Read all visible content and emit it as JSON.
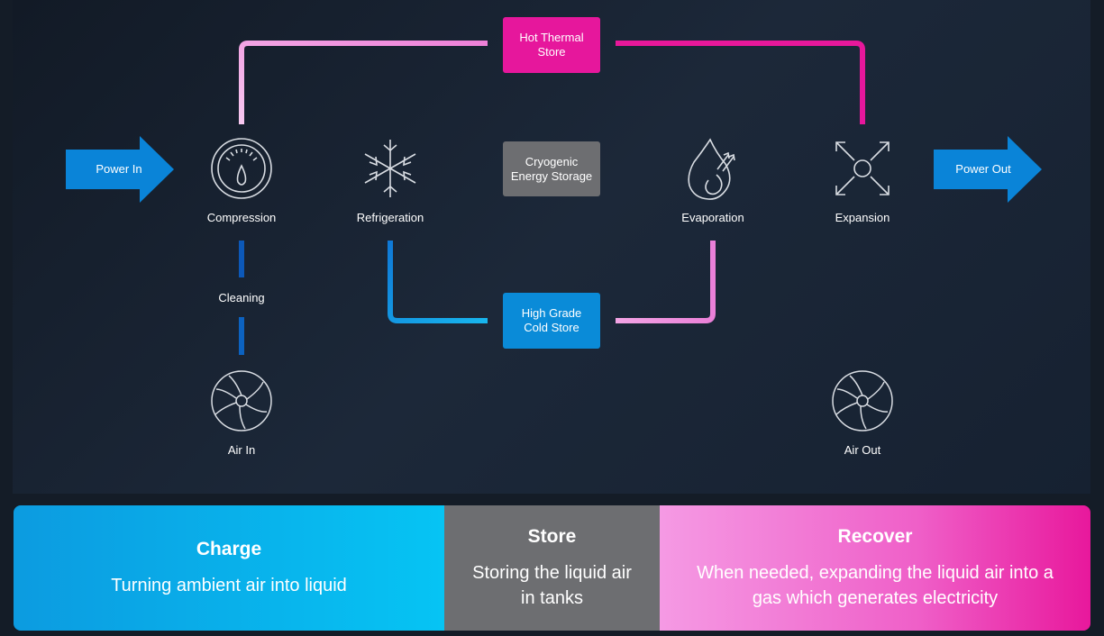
{
  "nodes": {
    "power_in": "Power In",
    "power_out": "Power Out",
    "compression": "Compression",
    "refrigeration": "Refrigeration",
    "evaporation": "Evaporation",
    "expansion": "Expansion",
    "cleaning": "Cleaning",
    "air_in": "Air In",
    "air_out": "Air Out",
    "hot_store": "Hot Thermal\nStore",
    "cryo_storage": "Cryogenic\nEnergy Storage",
    "cold_store": "High Grade\nCold Store"
  },
  "stages": {
    "charge": {
      "title": "Charge",
      "desc": "Turning ambient air into liquid"
    },
    "store": {
      "title": "Store",
      "desc": "Storing the liquid air\nin tanks"
    },
    "recover": {
      "title": "Recover",
      "desc": "When needed, expanding the liquid air into a\ngas which generates electricity"
    }
  },
  "colors": {
    "blue": "#0a84d8",
    "cyan": "#18c8f0",
    "magenta": "#e6179c",
    "pink": "#f080d8",
    "grey": "#6d6e71"
  }
}
